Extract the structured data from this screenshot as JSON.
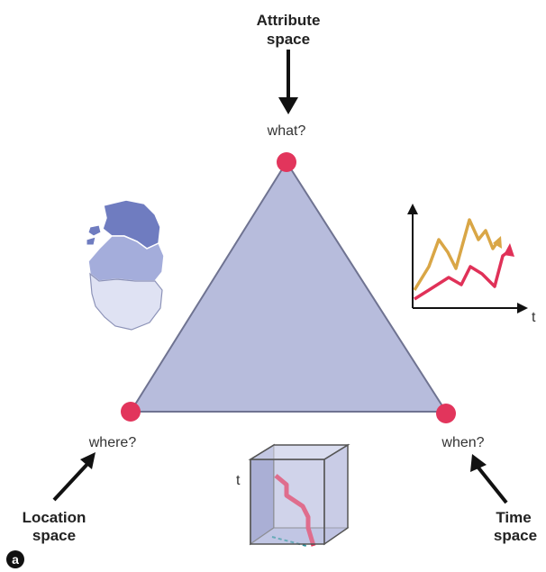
{
  "attribute_space": {
    "line1": "Attribute",
    "line2": "space"
  },
  "location_space": {
    "line1": "Location",
    "line2": "space"
  },
  "time_space": {
    "line1": "Time",
    "line2": "space"
  },
  "vertices": {
    "top": "what?",
    "left": "where?",
    "right": "when?"
  },
  "time_chart": {
    "axis_label": "t"
  },
  "cube": {
    "axis_label": "t"
  },
  "panel_badge": "a",
  "colors": {
    "triangle_fill": "#b7bcdc",
    "triangle_stroke": "#6f7391",
    "vertex_dot": "#e2355c",
    "series_gold": "#d9a646",
    "series_red": "#e03158",
    "map_dark": "#6f7cc0",
    "map_mid": "#a4addb",
    "map_light": "#dfe2f3"
  }
}
